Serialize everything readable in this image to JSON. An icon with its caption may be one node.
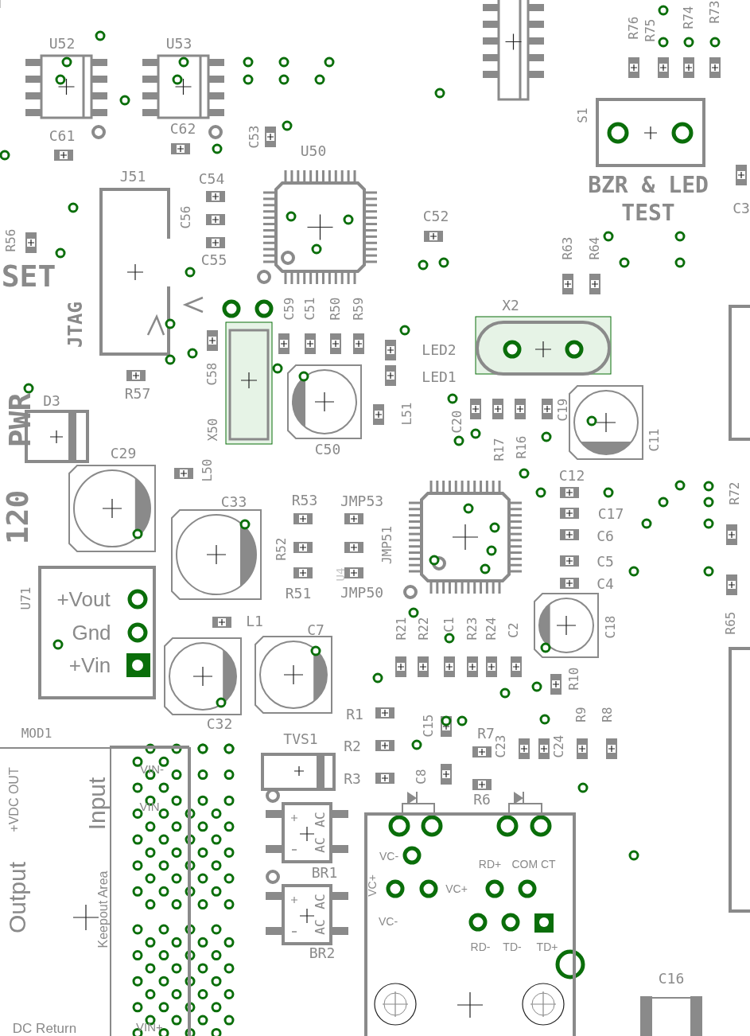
{
  "diagram": {
    "nodes": [
      {
        "text": [
          "+VDC OUT",
          "Output",
          "Input",
          "Keepout Area",
          "DC Return"
        ]
      },
      {
        "text": [
          "VIN-",
          "VIN",
          "VIN+"
        ],
        "in": 0
      },
      {
        "text": [
          "+Vout",
          "Gnd",
          "+Vin"
        ],
        "beside": [
          "U71"
        ]
      },
      {
        "text": [
          "VC-",
          "RD+",
          "COM CT",
          "VC+",
          "VC+",
          "VC-",
          "RD-",
          "TD-",
          "TD+"
        ]
      }
    ],
    "labels": [
      "U52",
      "U53",
      "R76",
      "R75",
      "R74",
      "R73",
      "S1",
      "C61",
      "C62",
      "C53",
      "U50",
      "BZR & LED TEST",
      "C3",
      "J51",
      "C54",
      "C56",
      "R56",
      "C55",
      "SET",
      "C52",
      "R63",
      "R64",
      "JTAG",
      "C59",
      "C51",
      "R50",
      "R59",
      "X2",
      "LED2",
      "LED1",
      "R57",
      "C58",
      "D3",
      "PWR",
      "X50",
      "C50",
      "L51",
      "C20",
      "R17",
      "R16",
      "C19",
      "C11",
      "C29",
      "L50",
      "120",
      "C12",
      "C33",
      "R53",
      "JMP53",
      "C17",
      "R72",
      "R52",
      "JMP51",
      "C6",
      "C5",
      "C4",
      "R51",
      "U4",
      "JMP50",
      "R21",
      "R22",
      "C1",
      "R23",
      "R24",
      "C2",
      "C18",
      "R65",
      "L1",
      "C7",
      "R10",
      "C32",
      "R9",
      "R8",
      "MOD1",
      "R1",
      "C15",
      "R7",
      "C23",
      "C24",
      "TVS1",
      "R2",
      "R3",
      "C8",
      "R6",
      "AC",
      "AC",
      "BR1",
      "AC",
      "AC",
      "BR2",
      "C16"
    ]
  }
}
